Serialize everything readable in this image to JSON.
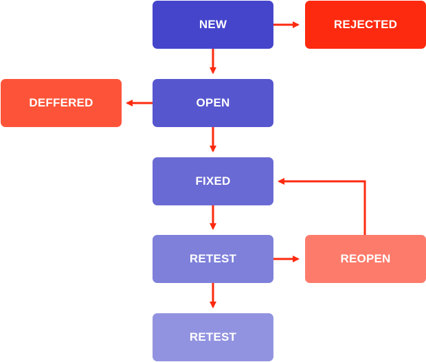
{
  "nodes": {
    "new": "NEW",
    "rejected": "REJECTED",
    "open": "OPEN",
    "deffered": "DEFFERED",
    "fixed": "FIXED",
    "retest_1": "RETEST",
    "reopen": "REOPEN",
    "retest_2": "RETEST"
  },
  "colors": {
    "arrow": "#fd2a0f",
    "state_new": "#4545cc",
    "state_open": "#5656cf",
    "state_fixed": "#6a6ad4",
    "state_retest": "#7e80da",
    "state_retest_final": "#9293e0",
    "state_rejected": "#fd2a0f",
    "state_deffered": "#fd5439",
    "state_reopen": "#fd7b6b"
  },
  "edges": [
    {
      "from": "new",
      "to": "rejected"
    },
    {
      "from": "new",
      "to": "open"
    },
    {
      "from": "open",
      "to": "deffered"
    },
    {
      "from": "open",
      "to": "fixed"
    },
    {
      "from": "fixed",
      "to": "retest_1"
    },
    {
      "from": "retest_1",
      "to": "reopen"
    },
    {
      "from": "reopen",
      "to": "fixed"
    },
    {
      "from": "retest_1",
      "to": "retest_2"
    }
  ]
}
